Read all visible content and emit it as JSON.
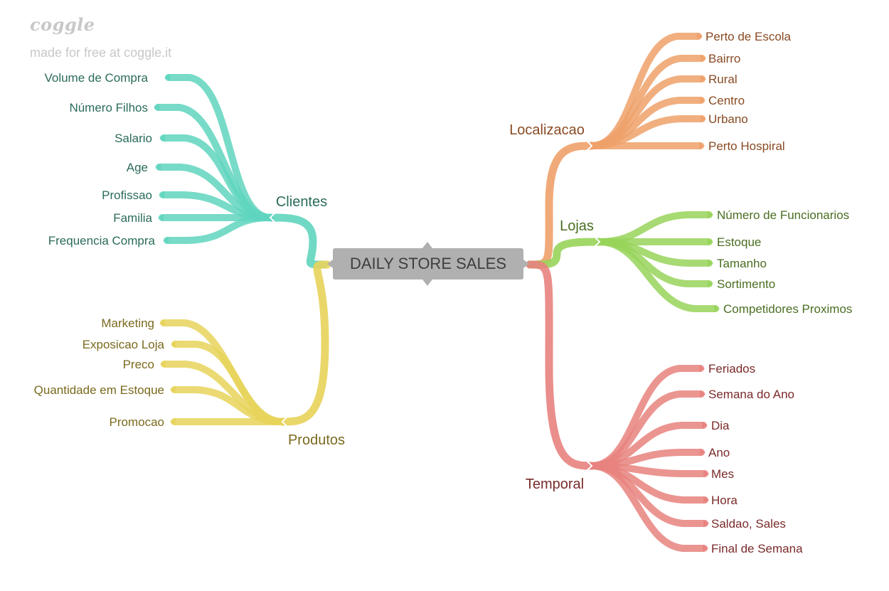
{
  "branding": {
    "logo_text": "coggle",
    "made_with": "made for free at coggle.it"
  },
  "central": {
    "label": "DAILY STORE SALES"
  },
  "branches": [
    {
      "label": "Clientes",
      "color": "#5fd5be",
      "text_color": "#2a6b5b",
      "side": "left",
      "children": [
        "Volume de Compra",
        "Número Filhos",
        "Salario",
        "Age",
        "Profissao",
        "Familia",
        "Frequencia Compra"
      ]
    },
    {
      "label": "Produtos",
      "color": "#e8d35a",
      "text_color": "#7a6a1e",
      "side": "left",
      "children": [
        "Marketing",
        "Exposicao Loja",
        "Preco",
        "Quantidade em Estoque",
        "Promocao"
      ]
    },
    {
      "label": "Localizacao",
      "color": "#eea16a",
      "text_color": "#8a4a24",
      "side": "right",
      "children": [
        "Perto de Escola",
        "Bairro",
        "Rural",
        "Centro",
        "Urbano",
        "Perto Hospiral"
      ]
    },
    {
      "label": "Lojas",
      "color": "#98d45a",
      "text_color": "#4a6e22",
      "side": "right",
      "children": [
        "Número de Funcionarios",
        "Estoque",
        "Tamanho",
        "Sortimento",
        "Competidores Proximos"
      ]
    },
    {
      "label": "Temporal",
      "color": "#e8827e",
      "text_color": "#7a2a2a",
      "side": "right",
      "children": [
        "Feriados",
        "Semana do Ano",
        "Dia",
        "Ano",
        "Mes",
        "Hora",
        "Saldao, Sales",
        "Final de Semana"
      ]
    }
  ]
}
